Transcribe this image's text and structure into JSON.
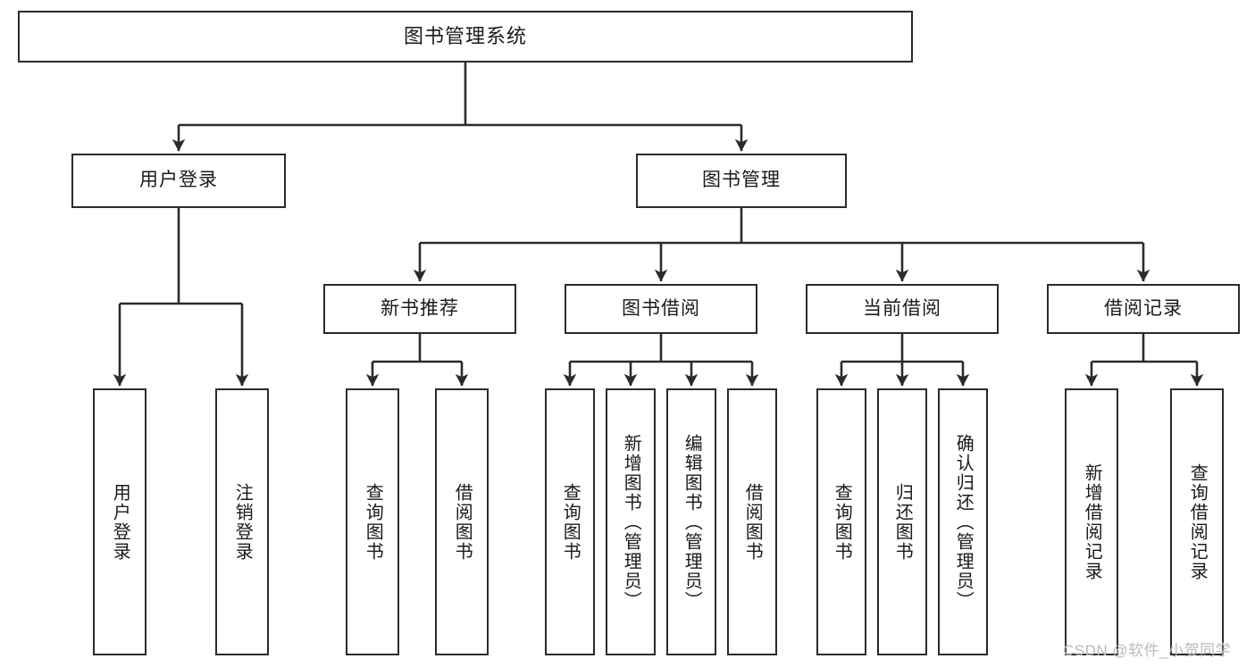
{
  "diagram": {
    "type": "tree-hierarchy-chart",
    "title": "图书管理系统",
    "orientation": "top-down",
    "colors": {
      "box_border": "#2b2b2b",
      "box_fill": "#ffffff",
      "connector": "#2b2b2b",
      "text": "#1a1a1a",
      "watermark": "#b9b9b9",
      "background": "#ffffff"
    },
    "root": {
      "id": "root",
      "label": "图书管理系统",
      "level": 0
    },
    "level2": [
      {
        "id": "user-login",
        "label": "用户登录",
        "level": 1
      },
      {
        "id": "book-management",
        "label": "图书管理",
        "level": 1
      }
    ],
    "level3": [
      {
        "id": "new-book-recommend",
        "label": "新书推荐",
        "level": 2,
        "parent": "book-management"
      },
      {
        "id": "book-borrow",
        "label": "图书借阅",
        "level": 2,
        "parent": "book-management"
      },
      {
        "id": "current-borrow",
        "label": "当前借阅",
        "level": 2,
        "parent": "book-management"
      },
      {
        "id": "borrow-record",
        "label": "借阅记录",
        "level": 2,
        "parent": "book-management"
      }
    ],
    "leaves": [
      {
        "id": "leaf-user-login",
        "label": "用户登录",
        "parent": "user-login"
      },
      {
        "id": "leaf-user-logout",
        "label": "注销登录",
        "parent": "user-login"
      },
      {
        "id": "leaf-query-book-1",
        "label": "查询图书",
        "parent": "new-book-recommend"
      },
      {
        "id": "leaf-borrow-book-1",
        "label": "借阅图书",
        "parent": "new-book-recommend"
      },
      {
        "id": "leaf-query-book-2",
        "label": "查询图书",
        "parent": "book-borrow"
      },
      {
        "id": "leaf-add-book",
        "label": "新增图书（管理员）",
        "parent": "book-borrow"
      },
      {
        "id": "leaf-edit-book",
        "label": "编辑图书（管理员）",
        "parent": "book-borrow"
      },
      {
        "id": "leaf-borrow-book-2",
        "label": "借阅图书",
        "parent": "book-borrow"
      },
      {
        "id": "leaf-query-book-3",
        "label": "查询图书",
        "parent": "current-borrow"
      },
      {
        "id": "leaf-return-book",
        "label": "归还图书",
        "parent": "current-borrow"
      },
      {
        "id": "leaf-confirm-return",
        "label": "确认归还（管理员）",
        "parent": "current-borrow"
      },
      {
        "id": "leaf-add-record",
        "label": "新增借阅记录",
        "parent": "borrow-record"
      },
      {
        "id": "leaf-query-record",
        "label": "查询借阅记录",
        "parent": "borrow-record"
      }
    ],
    "watermark": "CSDN @软件_小贺同学"
  }
}
